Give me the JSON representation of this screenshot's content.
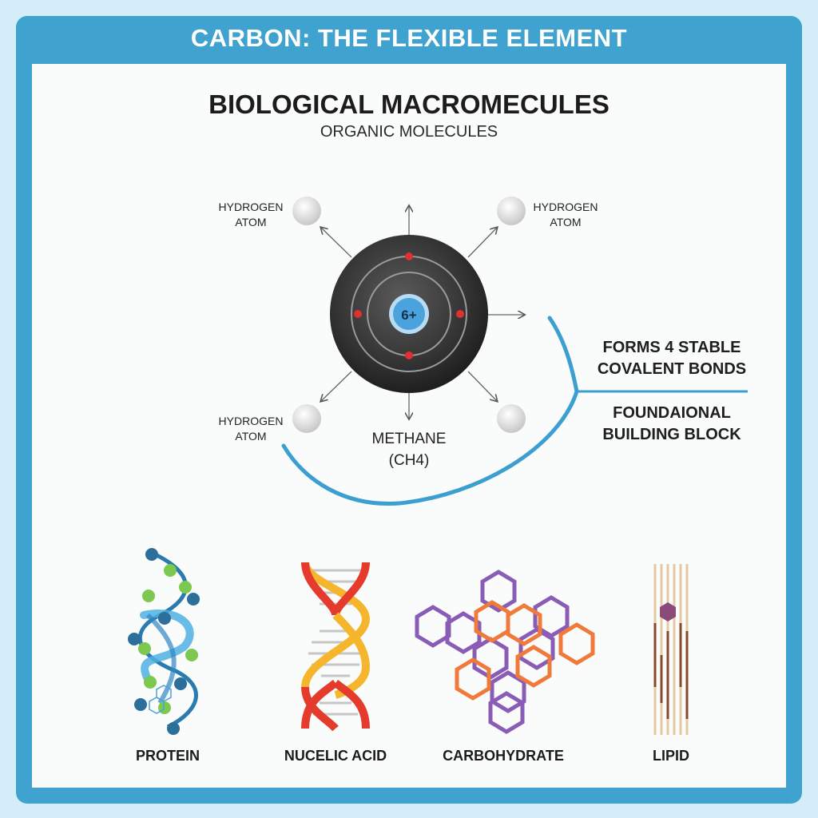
{
  "header": {
    "title": "CARBON: THE FLEXIBLE ELEMENT"
  },
  "main": {
    "title": "BIOLOGICAL MACROMECULES",
    "subtitle": "ORGANIC MOLECULES"
  },
  "atom": {
    "nucleus_charge": "6+",
    "hydrogen_tl": [
      "HYDROGEN",
      "ATOM"
    ],
    "hydrogen_tr": [
      "HYDROGEN",
      "ATOM"
    ],
    "hydrogen_bl": [
      "HYDROGEN",
      "ATOM"
    ],
    "molecule_name": "METHANE",
    "molecule_formula": "(CH4)"
  },
  "callouts": {
    "bonds": [
      "FORMS 4 STABLE",
      "COVALENT BONDS"
    ],
    "foundation": [
      "FOUNDAIONAL",
      "BUILDING BLOCK"
    ]
  },
  "macromolecules": [
    {
      "label": "PROTEIN",
      "icon": "protein-helix-icon"
    },
    {
      "label": "NUCELIC ACID",
      "icon": "dna-double-helix-icon"
    },
    {
      "label": "CARBOHYDRATE",
      "icon": "hexagon-ring-cluster-icon"
    },
    {
      "label": "LIPID",
      "icon": "lipid-chain-icon"
    }
  ],
  "colors": {
    "frame": "#3fa2cf",
    "nucleus": "#4aa3dc",
    "electron": "#e03030",
    "accent_curve": "#3b9fd0",
    "dna_red": "#e53b2c",
    "dna_yellow": "#f5b62e",
    "carb_purple": "#8a5cb5",
    "carb_orange": "#ef7a3a"
  }
}
